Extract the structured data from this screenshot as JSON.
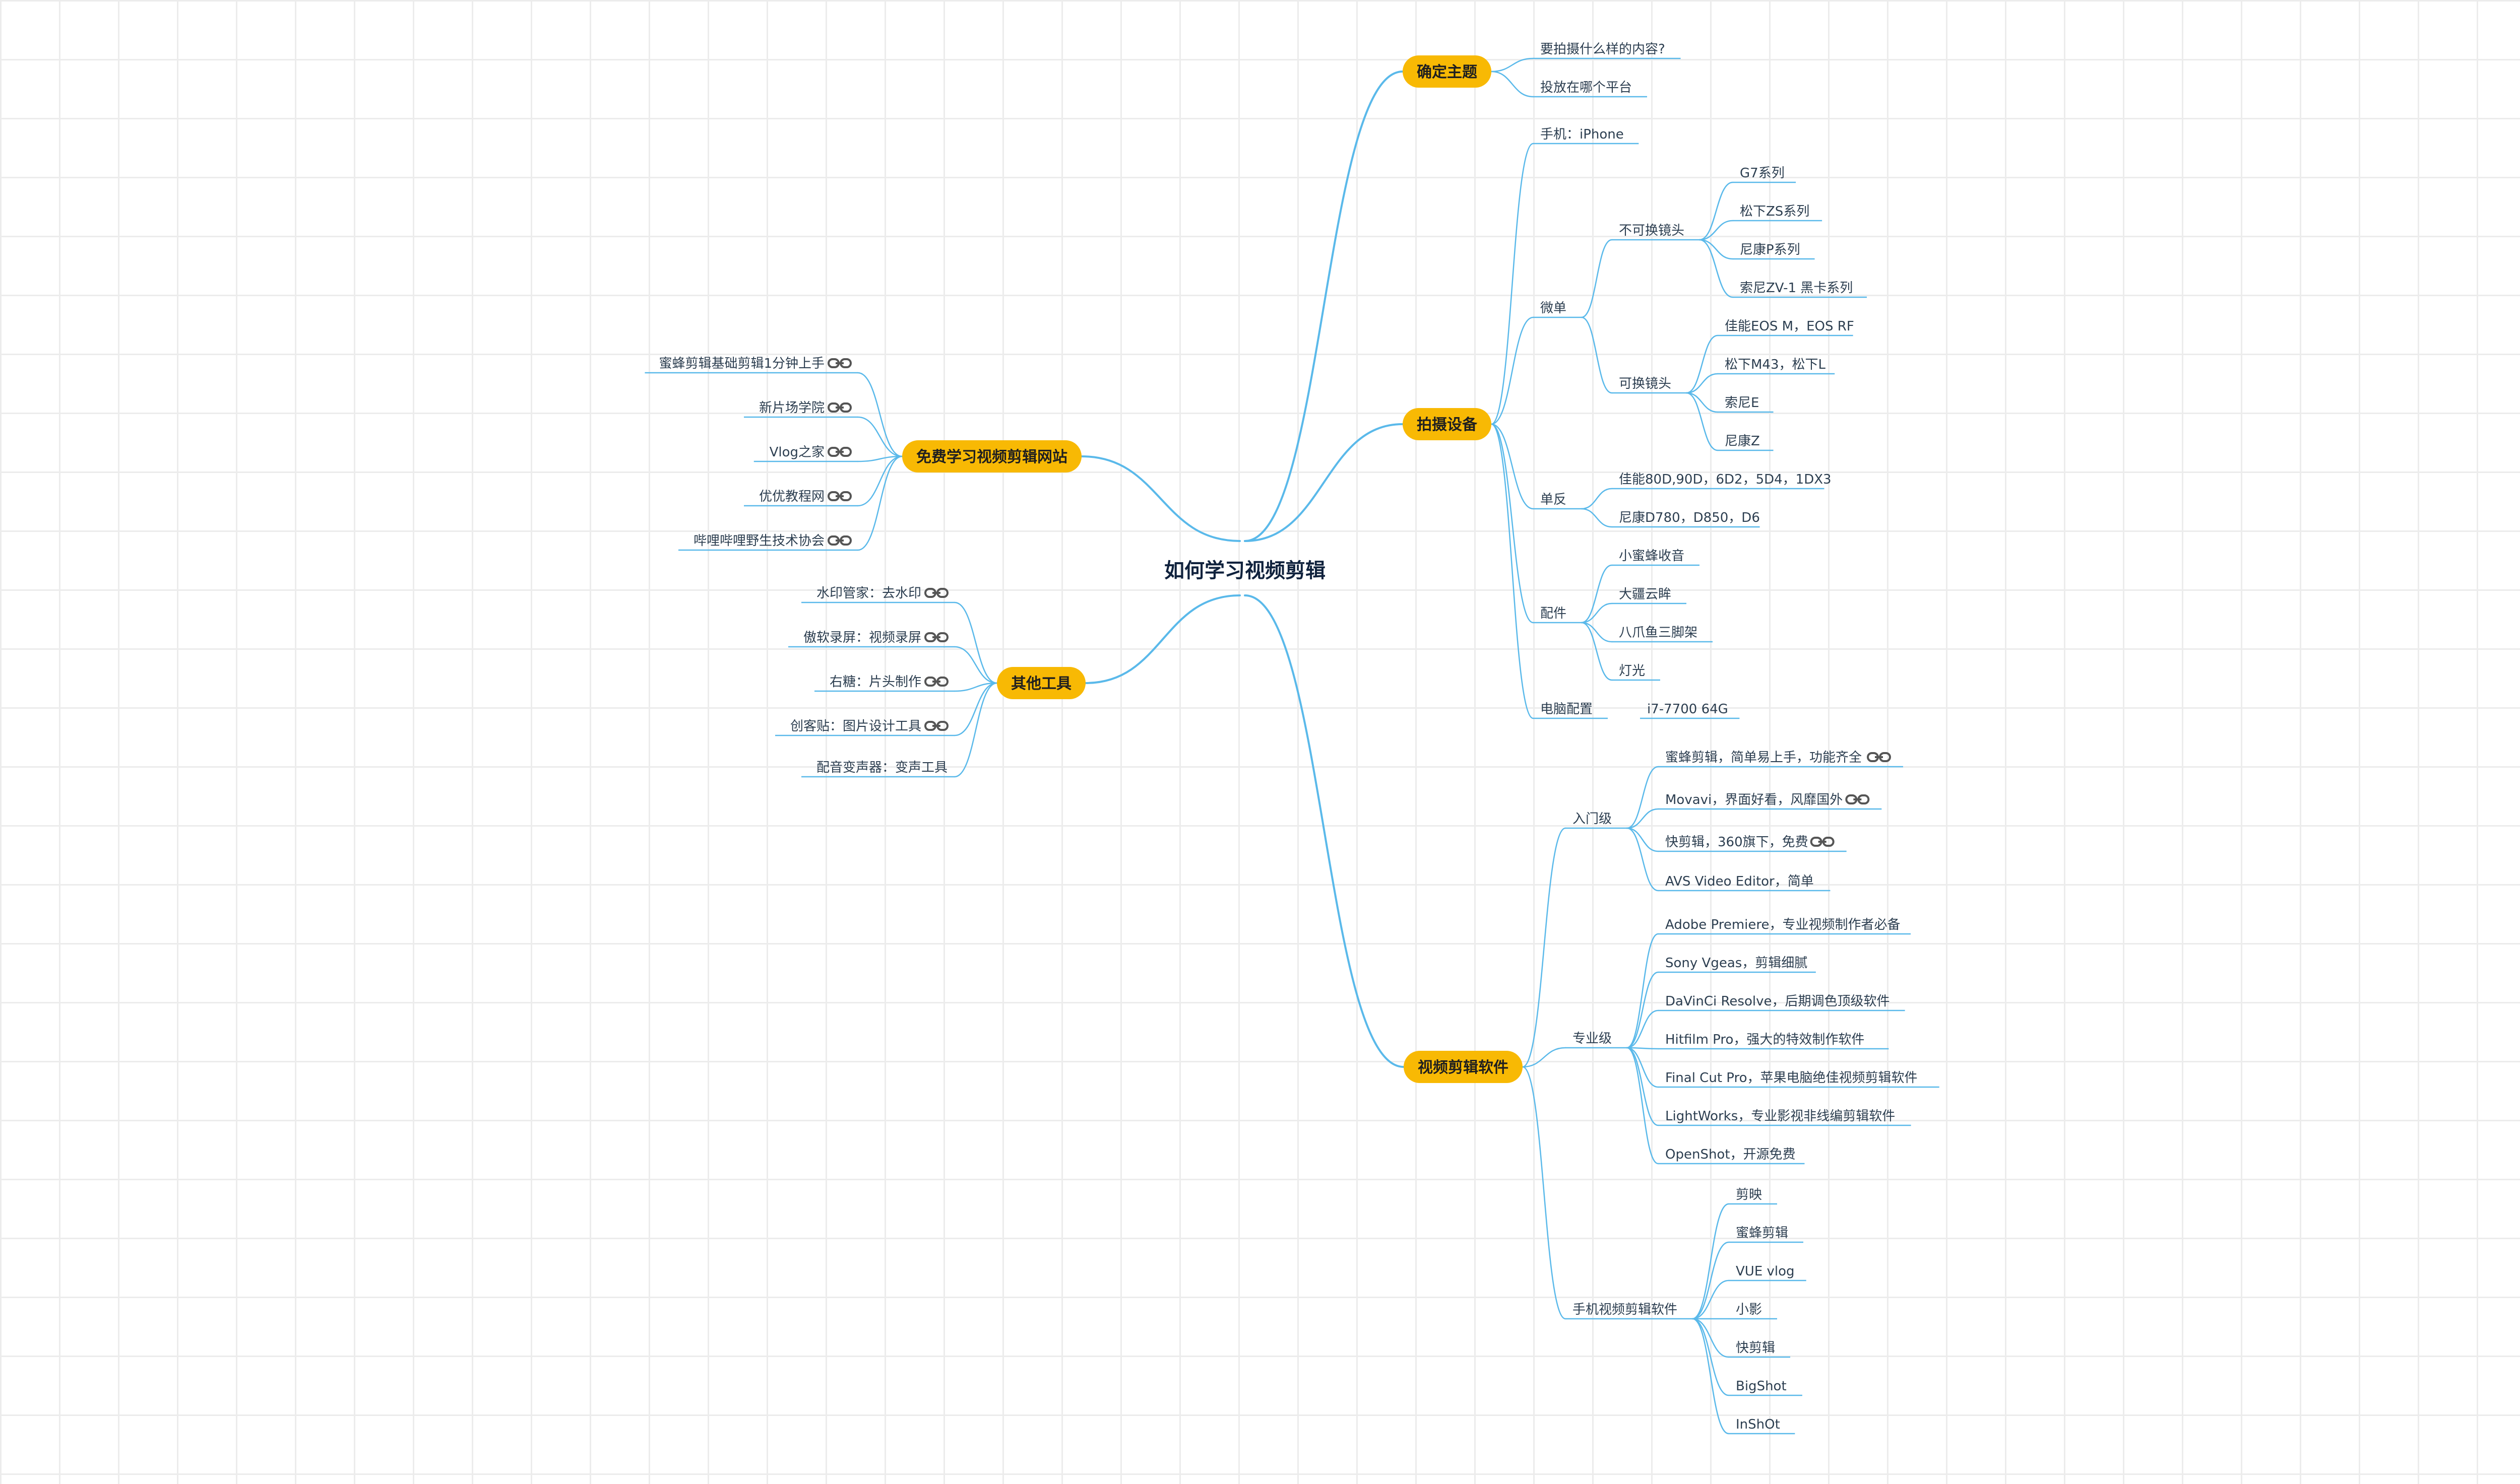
{
  "colors": {
    "line": "#5ab9ea",
    "pill": "#f8b904",
    "text": "#2c3e50"
  },
  "center": "如何学习视频剪辑",
  "branches": {
    "topic": {
      "label": "确定主题",
      "items": [
        "要拍摄什么样的内容?",
        "投放在哪个平台"
      ]
    },
    "gear": {
      "label": "拍摄设备",
      "phone": "手机：iPhone",
      "mirrorless": {
        "label": "微单",
        "fixed": {
          "label": "不可换镜头",
          "items": [
            "G7系列",
            "松下ZS系列",
            "尼康P系列",
            "索尼ZV-1 黑卡系列"
          ]
        },
        "interchangeable": {
          "label": "可换镜头",
          "items": [
            "佳能EOS M，EOS RF",
            "松下M43，松下L",
            "索尼E",
            "尼康Z"
          ]
        }
      },
      "dslr": {
        "label": "单反",
        "items": [
          "佳能80D,90D，6D2，5D4，1DX3",
          "尼康D780，D850，D6"
        ]
      },
      "accessories": {
        "label": "配件",
        "items": [
          "小蜜蜂收音",
          "大疆云眸",
          "八爪鱼三脚架",
          "灯光"
        ]
      },
      "pc": {
        "label": "电脑配置",
        "value": "i7-7700 64G"
      }
    },
    "software": {
      "label": "视频剪辑软件",
      "beginner": {
        "label": "入门级",
        "items": [
          "蜜蜂剪辑，简单易上手，功能齐全",
          "Movavi，界面好看，风靡国外",
          "快剪辑，360旗下，免费",
          "AVS Video Editor，简单"
        ]
      },
      "pro": {
        "label": "专业级",
        "items": [
          "Adobe Premiere，专业视频制作者必备",
          "Sony Vgeas，剪辑细腻",
          "DaVinCi Resolve，后期调色顶级软件",
          "Hitfilm Pro，强大的特效制作软件",
          "Final Cut Pro，苹果电脑绝佳视频剪辑软件",
          "LightWorks，专业影视非线编剪辑软件",
          "OpenShot，开源免费"
        ]
      },
      "mobile": {
        "label": "手机视频剪辑软件",
        "items": [
          "剪映",
          "蜜蜂剪辑",
          "VUE vlog",
          "小影",
          "快剪辑",
          "BigShot",
          "InShOt"
        ]
      }
    },
    "websites": {
      "label": "免费学习视频剪辑网站",
      "items": [
        "蜜蜂剪辑基础剪辑1分钟上手",
        "新片场学院",
        "Vlog之家",
        "优优教程网",
        "哔哩哔哩野生技术协会"
      ]
    },
    "tools": {
      "label": "其他工具",
      "items": [
        "水印管家：去水印",
        "傲软录屏：视频录屏",
        "右糖：片头制作",
        "创客贴：图片设计工具",
        "配音变声器：变声工具"
      ]
    }
  }
}
